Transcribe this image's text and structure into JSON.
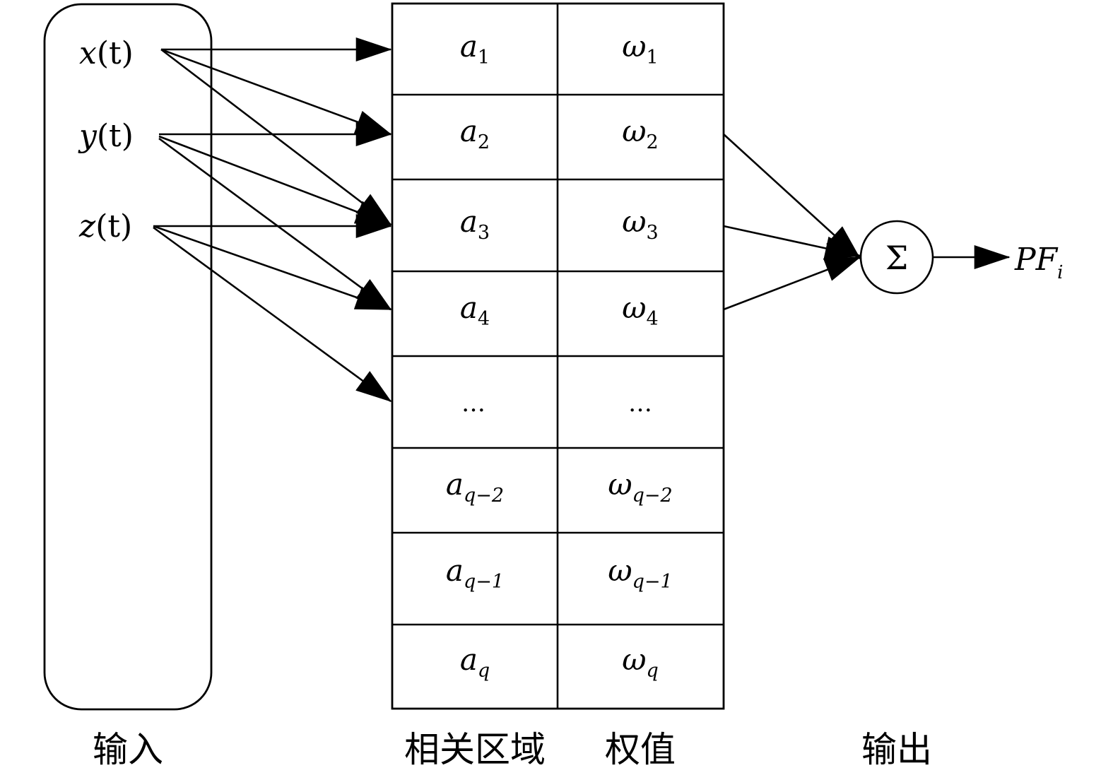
{
  "inputs": [
    {
      "base": "x",
      "arg": "(t)"
    },
    {
      "base": "y",
      "arg": "(t)"
    },
    {
      "base": "z",
      "arg": "(t)"
    }
  ],
  "regions": [
    {
      "a_base": "a",
      "a_sub": "1",
      "w_base": "ω",
      "w_sub": "1"
    },
    {
      "a_base": "a",
      "a_sub": "2",
      "w_base": "ω",
      "w_sub": "2"
    },
    {
      "a_base": "a",
      "a_sub": "3",
      "w_base": "ω",
      "w_sub": "3"
    },
    {
      "a_base": "a",
      "a_sub": "4",
      "w_base": "ω",
      "w_sub": "4"
    },
    {
      "a_base": "…",
      "a_sub": "",
      "w_base": "…",
      "w_sub": ""
    },
    {
      "a_base": "a",
      "a_sub": "q−2",
      "w_base": "ω",
      "w_sub": "q−2"
    },
    {
      "a_base": "a",
      "a_sub": "q−1",
      "w_base": "ω",
      "w_sub": "q−1"
    },
    {
      "a_base": "a",
      "a_sub": "q",
      "w_base": "ω",
      "w_sub": "q"
    }
  ],
  "sum_symbol": "Σ",
  "output": {
    "base": "PF",
    "sub": "i"
  },
  "labels": {
    "input": "输入",
    "region": "相关区域",
    "weight": "权值",
    "output": "输出"
  }
}
